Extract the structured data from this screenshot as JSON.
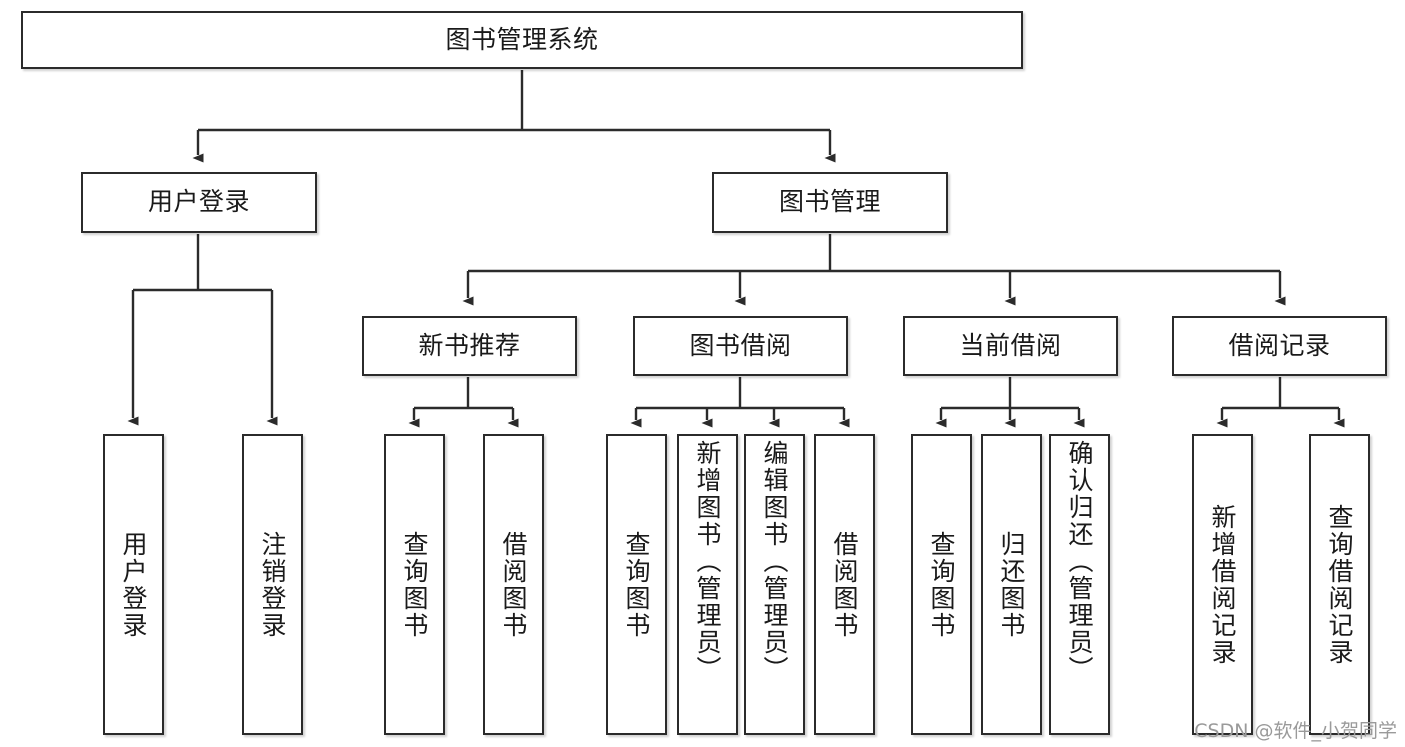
{
  "diagram": {
    "title": "图书管理系统",
    "type": "tree",
    "watermark": "CSDN @软件_小贺同学",
    "colors": {
      "box_border": "#2b2b2b",
      "box_fill": "#ffffff",
      "edge": "#2b2b2b",
      "text": "#1a1a1a",
      "watermark": "#9a9a9a"
    },
    "nodes": {
      "root": {
        "label": "图书管理系统"
      },
      "level2": [
        {
          "id": "user-login",
          "label": "用户登录"
        },
        {
          "id": "book-manage",
          "label": "图书管理"
        }
      ],
      "level3": [
        {
          "id": "new-book-recommend",
          "label": "新书推荐"
        },
        {
          "id": "book-borrow",
          "label": "图书借阅"
        },
        {
          "id": "current-borrow",
          "label": "当前借阅"
        },
        {
          "id": "borrow-record",
          "label": "借阅记录"
        }
      ],
      "leaves": {
        "user-login": [
          {
            "id": "leaf-user-login",
            "label": "用户登录"
          },
          {
            "id": "leaf-logout",
            "label": "注销登录"
          }
        ],
        "new-book-recommend": [
          {
            "id": "leaf-query-book-1",
            "label": "查询图书"
          },
          {
            "id": "leaf-borrow-book-1",
            "label": "借阅图书"
          }
        ],
        "book-borrow": [
          {
            "id": "leaf-query-book-2",
            "label": "查询图书"
          },
          {
            "id": "leaf-add-book",
            "label": "新增图书（管理员）"
          },
          {
            "id": "leaf-edit-book",
            "label": "编辑图书（管理员）"
          },
          {
            "id": "leaf-borrow-book-2",
            "label": "借阅图书"
          }
        ],
        "current-borrow": [
          {
            "id": "leaf-query-book-3",
            "label": "查询图书"
          },
          {
            "id": "leaf-return-book",
            "label": "归还图书"
          },
          {
            "id": "leaf-confirm-return",
            "label": "确认归还（管理员）"
          }
        ],
        "borrow-record": [
          {
            "id": "leaf-add-record",
            "label": "新增借阅记录"
          },
          {
            "id": "leaf-query-record",
            "label": "查询借阅记录"
          }
        ]
      }
    }
  }
}
